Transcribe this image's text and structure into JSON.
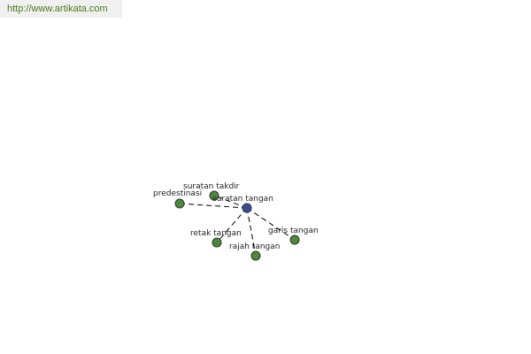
{
  "header": {
    "url": "http://www.artikata.com",
    "url_color": "#4a7a1a"
  },
  "graph": {
    "center": {
      "id": "center",
      "label": "suratan tangan",
      "icon": "circle-node-icon",
      "color": "#3b4b9a"
    },
    "nodes": [
      {
        "id": "predestinasi",
        "label": "predestinasi",
        "icon": "circle-node-icon",
        "color": "#4a8a3a"
      },
      {
        "id": "suratan-takdir",
        "label": "suratan takdir",
        "icon": "circle-node-icon",
        "color": "#4a8a3a"
      },
      {
        "id": "retak-tangan",
        "label": "retak tangan",
        "icon": "circle-node-icon",
        "color": "#4a8a3a"
      },
      {
        "id": "rajah-tangan",
        "label": "rajah tangan",
        "icon": "circle-node-icon",
        "color": "#4a8a3a"
      },
      {
        "id": "garis-tangan",
        "label": "garis tangan",
        "icon": "circle-node-icon",
        "color": "#4a8a3a"
      }
    ]
  }
}
